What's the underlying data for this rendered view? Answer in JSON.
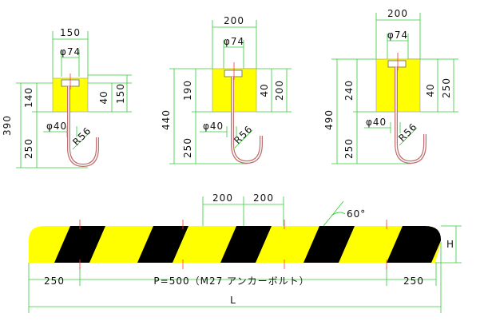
{
  "colors": {
    "dim_line": "#33cc33",
    "yellow": "#ffff00",
    "black": "#000000",
    "red_mark": "#ff3333",
    "bolt": "#d08080"
  },
  "details": [
    {
      "id": "a",
      "top_width": "150",
      "phi74": "φ74",
      "total_height": "390",
      "upper_height": "140",
      "lower_height": "250",
      "bolt_offset": "40",
      "block_height": "150",
      "phi40": "φ40",
      "radius": "R56"
    },
    {
      "id": "b",
      "top_width": "200",
      "phi74": "φ74",
      "total_height": "440",
      "upper_height": "190",
      "lower_height": "250",
      "bolt_offset": "40",
      "block_height": "200",
      "phi40": "φ40",
      "radius": "R56"
    },
    {
      "id": "c",
      "top_width": "200",
      "phi74": "φ74",
      "total_height": "490",
      "upper_height": "240",
      "lower_height": "250",
      "bolt_offset": "40",
      "block_height": "250",
      "phi40": "φ40",
      "radius": "R56"
    }
  ],
  "bar": {
    "spacing_1": "200",
    "spacing_2": "200",
    "angle": "60°",
    "left_end": "250",
    "pitch": "P=500（M27 アンカーボルト）",
    "right_end": "250",
    "length": "L",
    "height": "H"
  }
}
